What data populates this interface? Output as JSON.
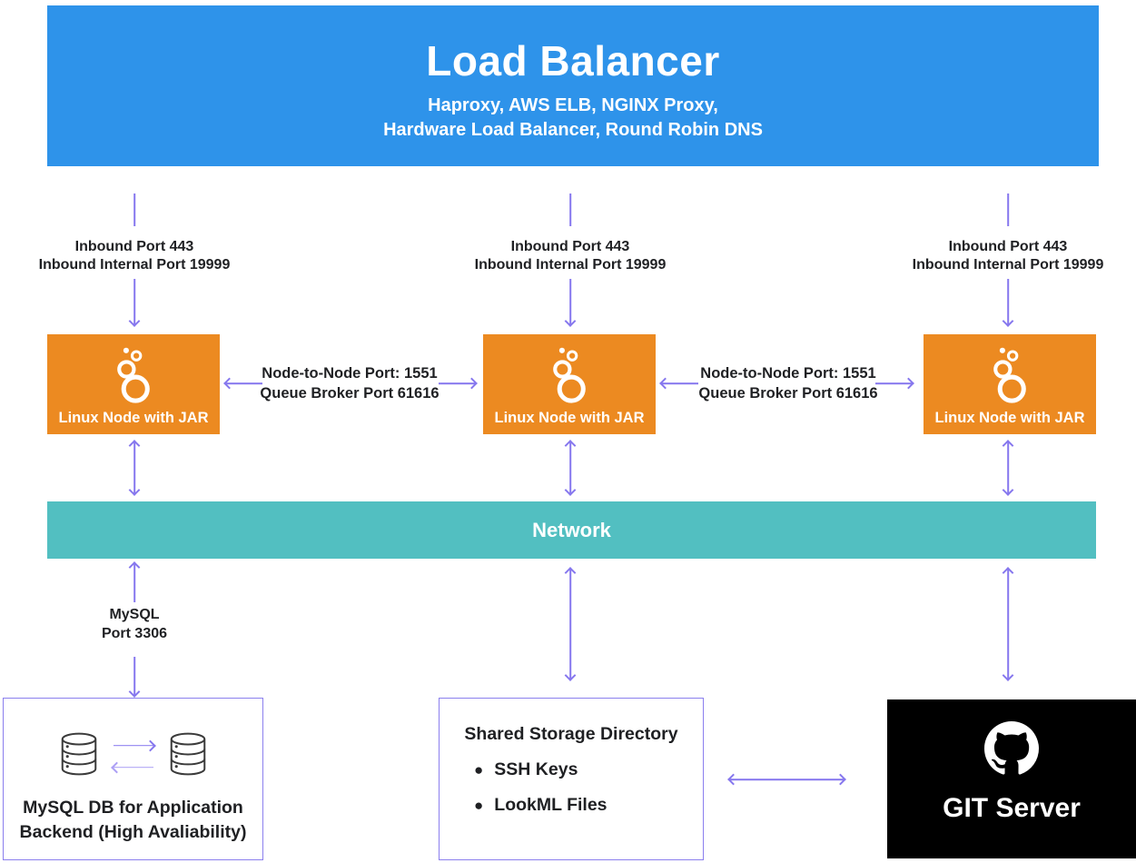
{
  "load_balancer": {
    "title": "Load Balancer",
    "subtitle_line1": "Haproxy, AWS ELB, NGINX Proxy,",
    "subtitle_line2": "Hardware Load Balancer, Round Robin DNS"
  },
  "inbound": {
    "line1": "Inbound Port 443",
    "line2": "Inbound Internal Port 19999"
  },
  "node": {
    "label": "Linux Node with JAR",
    "icon": "looker-icon"
  },
  "node_link": {
    "line1": "Node-to-Node Port: 1551",
    "line2": "Queue Broker Port 61616"
  },
  "network": {
    "label": "Network"
  },
  "mysql_link": {
    "line1": "MySQL",
    "line2": "Port 3306"
  },
  "mysql_db": {
    "line1": "MySQL DB for Application",
    "line2": "Backend (High Avaliability)",
    "icon": "database-icon"
  },
  "storage": {
    "title": "Shared Storage Directory",
    "bullet": "●",
    "items": [
      "SSH Keys",
      "LookML Files"
    ]
  },
  "git": {
    "label": "GIT Server",
    "icon": "github-icon"
  },
  "colors": {
    "load_balancer_blue": "#2E93EA",
    "node_orange": "#EC8A21",
    "network_teal": "#52BFC1",
    "arrow_purple": "#8677EE",
    "arrow_purple_light": "#AC9FF5",
    "box_border_purple": "#8B7FEE",
    "text_dark": "#1F2023",
    "git_black": "#000000",
    "white": "#FFFFFF"
  }
}
